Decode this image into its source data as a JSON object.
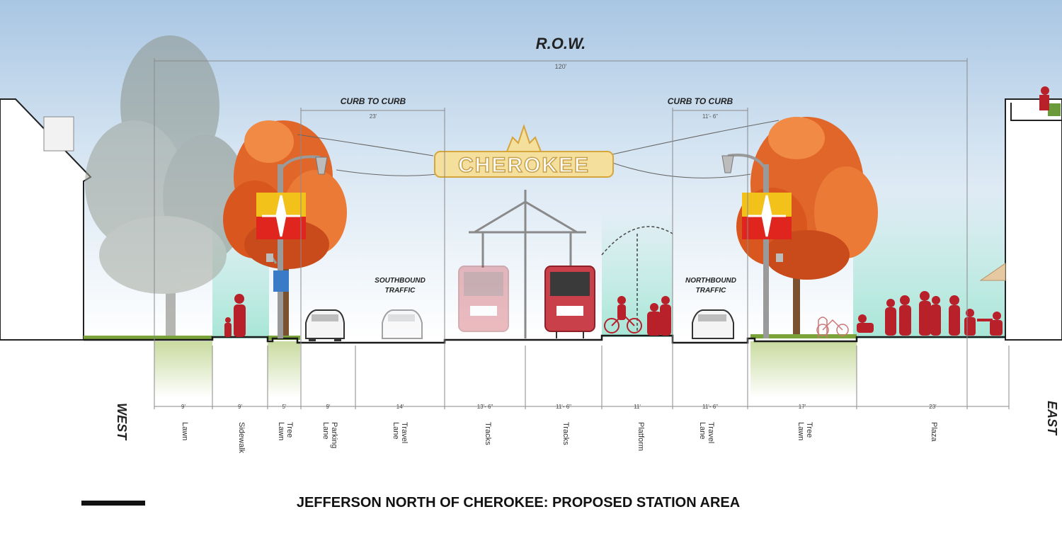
{
  "header": {
    "row_label": "R.O.W.",
    "row_dim": "120'"
  },
  "curb_to_curb": [
    {
      "label": "CURB TO CURB",
      "dim": "23'"
    },
    {
      "label": "CURB TO CURB",
      "dim": "11'- 6\""
    }
  ],
  "sign": {
    "text": "CHEROKEE"
  },
  "traffic": [
    {
      "line1": "SOUTHBOUND",
      "line2": "TRAFFIC"
    },
    {
      "line1": "NORTHBOUND",
      "line2": "TRAFFIC"
    }
  ],
  "directions": {
    "west": "WEST",
    "east": "EAST"
  },
  "segments": [
    {
      "dim": "9'",
      "label": [
        "Lawn"
      ]
    },
    {
      "dim": "9'",
      "label": [
        "Sidewalk"
      ]
    },
    {
      "dim": "5'",
      "label": [
        "Tree",
        "Lawn"
      ]
    },
    {
      "dim": "9'",
      "label": [
        "Parking",
        "Lane"
      ]
    },
    {
      "dim": "14'",
      "label": [
        "Travel",
        "Lane"
      ]
    },
    {
      "dim": "13'- 6\"",
      "label": [
        "Tracks"
      ]
    },
    {
      "dim": "11'- 6\"",
      "label": [
        "Tracks"
      ]
    },
    {
      "dim": "11'",
      "label": [
        "Platform"
      ]
    },
    {
      "dim": "11'- 6\"",
      "label": [
        "Travel",
        "Lane"
      ]
    },
    {
      "dim": "17'",
      "label": [
        "Tree",
        "Lawn"
      ]
    },
    {
      "dim": "23'",
      "label": [
        "Plaza"
      ]
    }
  ],
  "footer": {
    "title": "JEFFERSON NORTH OF CHEROKEE: PROPOSED STATION AREA"
  },
  "colors": {
    "accent_red": "#b8202a",
    "tree_orange": "#e0662a",
    "banner_yellow": "#f2c21b",
    "sign_fill": "#f4df9c",
    "lawn_green": "#7aa33a",
    "teal_haze": "#5fd1b5"
  }
}
